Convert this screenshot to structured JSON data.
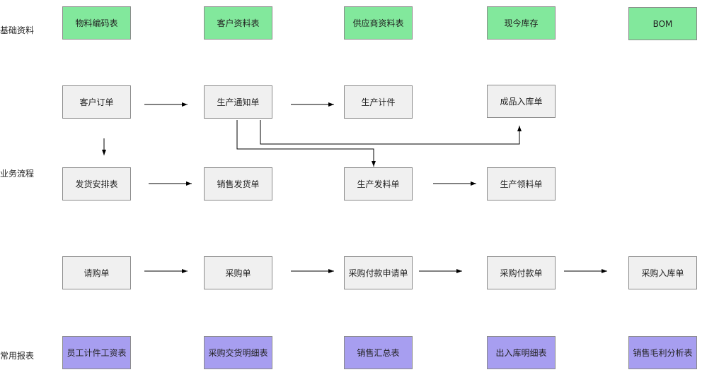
{
  "sections": {
    "basic": "基础资料",
    "business": "业务流程",
    "reports": "常用报表"
  },
  "basic_nodes": [
    "物料编码表",
    "客户资料表",
    "供应商资料表",
    "现今库存",
    "BOM"
  ],
  "flow_row1": [
    "客户订单",
    "生产通知单",
    "生产计件",
    "成品入库单"
  ],
  "flow_row2": [
    "发货安排表",
    "销售发货单",
    "生产发料单",
    "生产领料单"
  ],
  "flow_row3": [
    "请购单",
    "采购单",
    "采购付款申请单",
    "采购付款单",
    "采购入库单"
  ],
  "report_nodes": [
    "员工计件工资表",
    "采购交货明细表",
    "销售汇总表",
    "出入库明细表",
    "销售毛利分析表"
  ],
  "colors": {
    "basic_fill": "#82e89c",
    "flow_fill": "#f0f0f0",
    "report_fill": "#a79ef0",
    "border": "#8a8a8a",
    "connector": "#000000"
  }
}
